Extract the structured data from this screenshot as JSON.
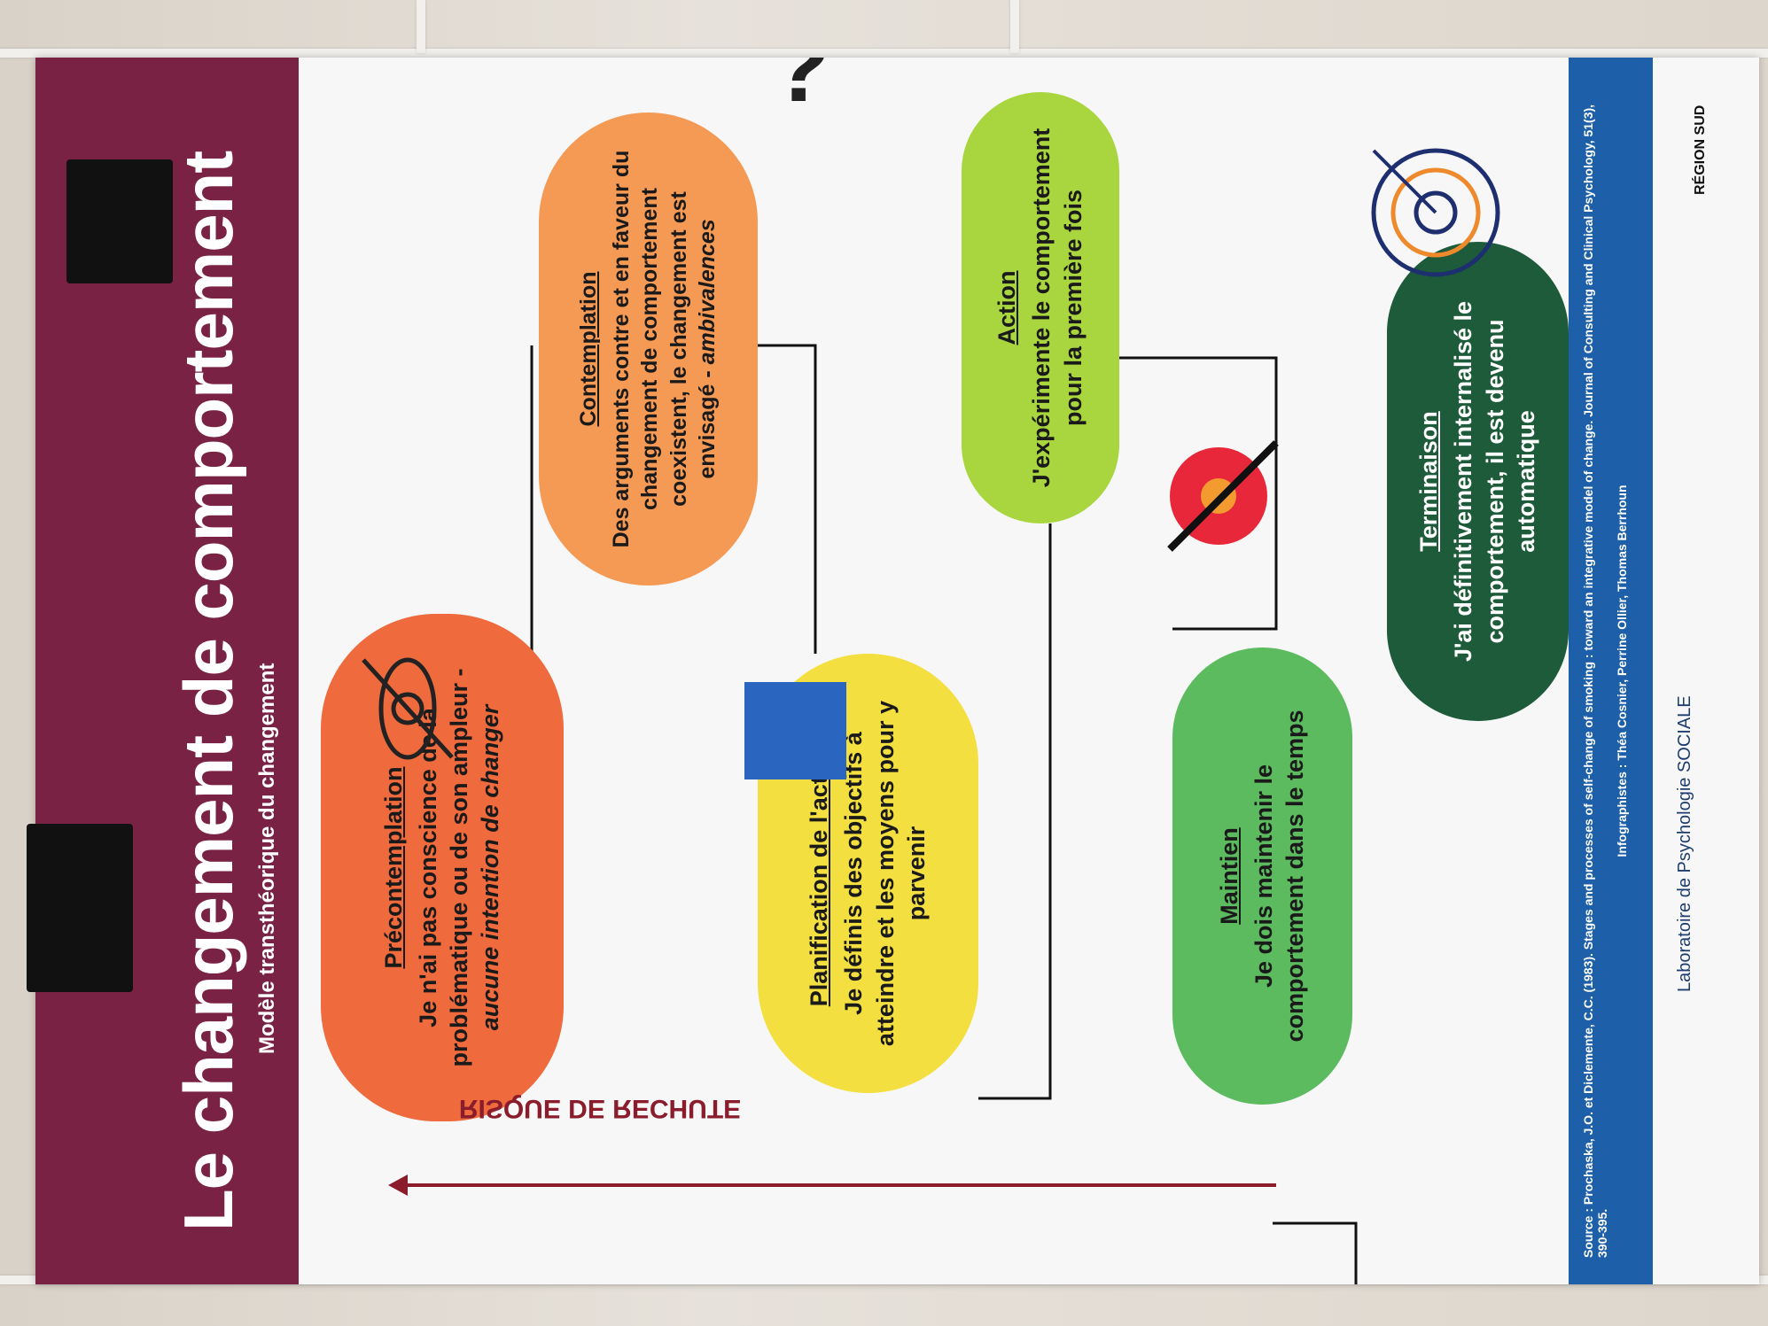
{
  "poster": {
    "title": "Le changement de comportement",
    "subtitle": "Modèle transthéorique du changement",
    "stages": [
      {
        "title": "Précontemplation",
        "text": "Je n'ai pas conscience de la problématique ou de son ampleur -",
        "emphasis": "aucune intention de changer",
        "color": "#ef6a3c"
      },
      {
        "title": "Contemplation",
        "text": "Des arguments contre et en faveur du changement de comportement coexistent, le changement est envisagé -",
        "emphasis": "ambivalences",
        "color": "#f59a55"
      },
      {
        "title": "Planification de l'action",
        "text": "Je définis des objectifs à atteindre et les moyens pour y parvenir",
        "color": "#f3df3f"
      },
      {
        "title": "Action",
        "text": "J'expérimente le comportement pour la première fois",
        "color": "#a9d63e"
      },
      {
        "title": "Maintien",
        "text": "Je dois maintenir le comportement dans le temps",
        "color": "#5dbb5f"
      },
      {
        "title": "Terminaison",
        "text": "J'ai définitivement internalisé le comportement, il est devenu automatique",
        "color": "#1d5b3a"
      }
    ],
    "risk_label": "RISQUE DE RECHUTE",
    "source": "Source : Prochaska, J.O. et Diclemente, C.C. (1983). Stages and processes of self-change of smoking : toward an integrative model of change. Journal of Consulting and Clinical Psychology, 51(3), 390-395.",
    "credits": "Infographistes : Théa Cosnier, Perrine Ollier, Thomas Berrhoun",
    "lab_logo": "Laboratoire de Psychologie SOCIALE",
    "region_logo": "RÉGION SUD"
  }
}
